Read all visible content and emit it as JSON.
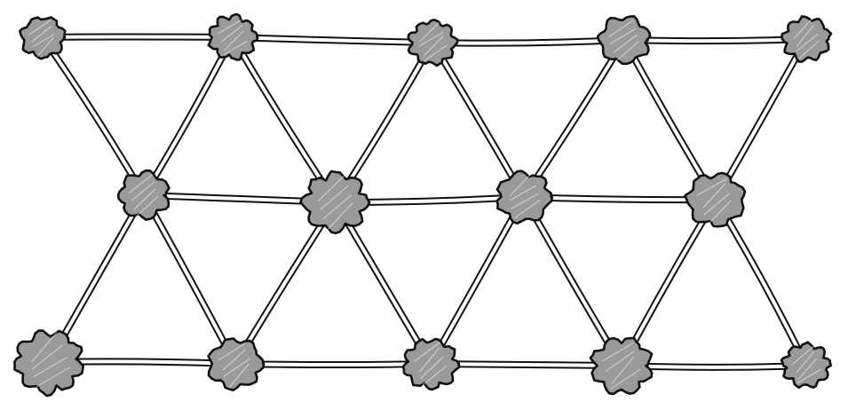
{
  "diagram": {
    "type": "triangular-lattice",
    "rows": 3,
    "nodes_per_row": [
      5,
      4,
      5
    ],
    "node_style": "hand-drawn-grey-blob",
    "edge_style": "hand-drawn-double-line",
    "colors": {
      "background": "#ffffff",
      "node_fill": "#9a9a9a",
      "outline": "#111111"
    }
  }
}
